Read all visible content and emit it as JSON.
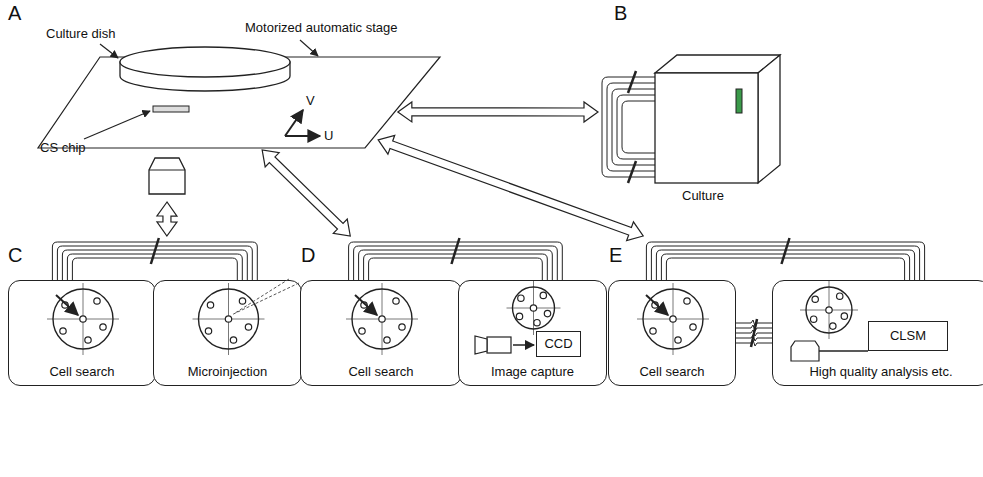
{
  "diagram": {
    "nodes": [
      {
        "text": [
          "Motorized automatic stage"
        ]
      },
      {
        "text": [
          "Culture"
        ]
      },
      {
        "text": [
          "C"
        ]
      },
      {
        "text": [
          "Cell search"
        ],
        "in": 2
      },
      {
        "text": [
          "Microinjection"
        ],
        "in": 2
      },
      {
        "text": [
          "D"
        ]
      },
      {
        "text": [
          "Cell search"
        ],
        "in": 5
      },
      {
        "text": [
          "Image capture"
        ],
        "in": 5
      },
      {
        "text": [
          "CCD"
        ],
        "in": 7
      },
      {
        "text": [
          "E"
        ]
      },
      {
        "text": [
          "Cell search"
        ],
        "in": 9
      },
      {
        "text": [
          "High quality analysis etc."
        ],
        "in": 9
      },
      {
        "text": [
          "CLSM"
        ],
        "in": 11
      }
    ],
    "edges": [
      {
        "from": 0,
        "to": 1,
        "arrow": "both"
      },
      {
        "from": 0,
        "to": 2,
        "arrow": "both"
      },
      {
        "from": 0,
        "to": 5,
        "arrow": "both"
      },
      {
        "from": 0,
        "to": 9,
        "arrow": "both"
      },
      {
        "from": 3,
        "to": 4,
        "arrow": "none"
      },
      {
        "from": 6,
        "to": 7,
        "arrow": "none"
      },
      {
        "from": 10,
        "to": 11,
        "arrow": "none"
      }
    ],
    "labels": [
      "A",
      "B",
      "Culture dish",
      "CS chip",
      "V",
      "U"
    ]
  }
}
